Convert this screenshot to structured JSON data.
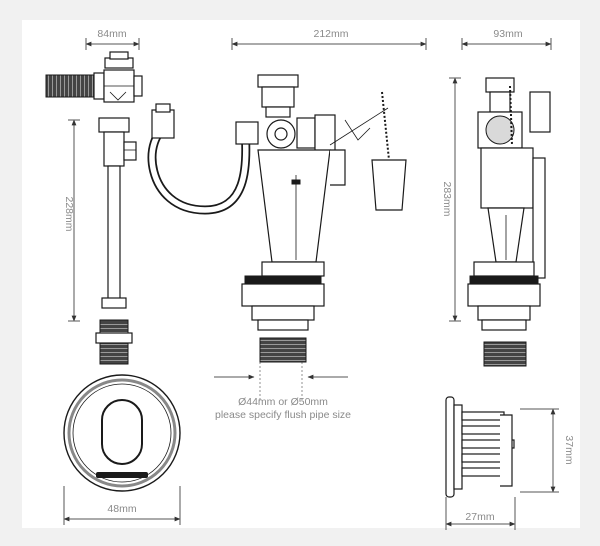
{
  "dimensions": {
    "inlet_width": "84mm",
    "valve_width": "212mm",
    "side_width": "93mm",
    "inlet_height": "228mm",
    "valve_height": "283mm",
    "button_diameter": "48mm",
    "button_depth": "27mm",
    "button_height": "37mm"
  },
  "notes": {
    "flush_pipe_line1": "Ø44mm or Ø50mm",
    "flush_pipe_line2": "please specify flush pipe size"
  },
  "colors": {
    "background": "#f1f1f1",
    "ink": "#1a1a1a",
    "dimension_text": "#8a8a8a"
  }
}
